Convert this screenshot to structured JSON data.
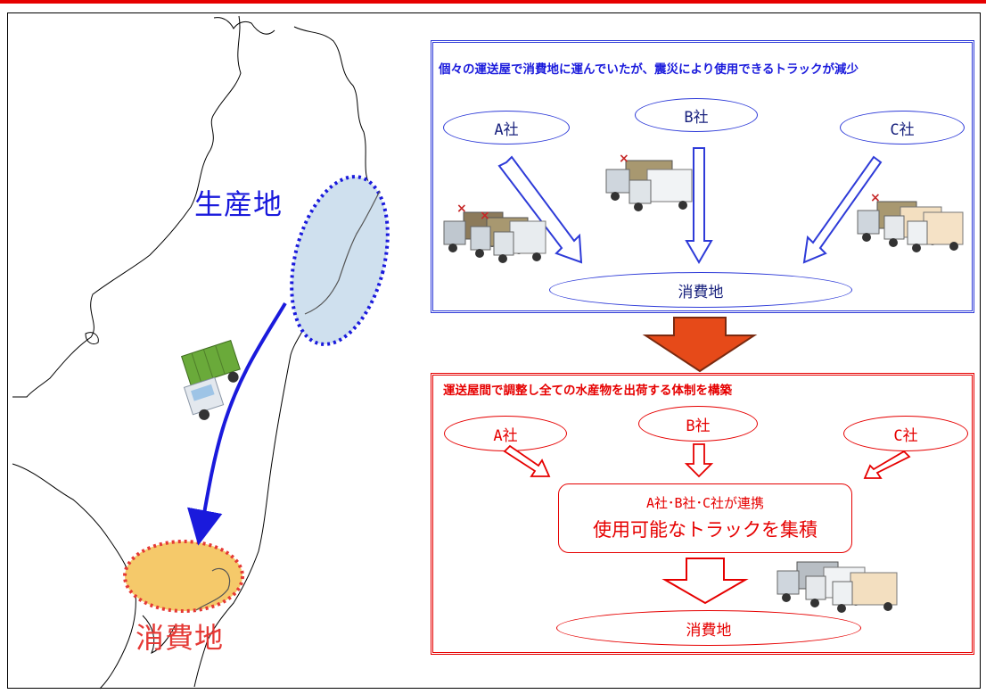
{
  "map": {
    "production_label": "生産地",
    "consumption_label": "消費地",
    "colors": {
      "production_fill": "#cfe0ee",
      "production_border": "#1a1adc",
      "consumption_fill": "#f5c96a",
      "consumption_border": "#e53935",
      "route_arrow": "#1a1adc"
    }
  },
  "before": {
    "title": "個々の運送屋で消費地に運んでいたが、震災により使用できるトラックが減少",
    "companies": [
      "A社",
      "B社",
      "C社"
    ],
    "destination": "消費地",
    "color": "#2e3bd8"
  },
  "transition": {
    "arrow_color": "#e64a19"
  },
  "after": {
    "title": "運送屋間で調整し全ての水産物を出荷する体制を構築",
    "companies": [
      "A社",
      "B社",
      "C社"
    ],
    "cooperation_line1": "A社･B社･C社が連携",
    "cooperation_line2": "使用可能なトラックを集積",
    "destination": "消費地",
    "color": "#e60000"
  }
}
